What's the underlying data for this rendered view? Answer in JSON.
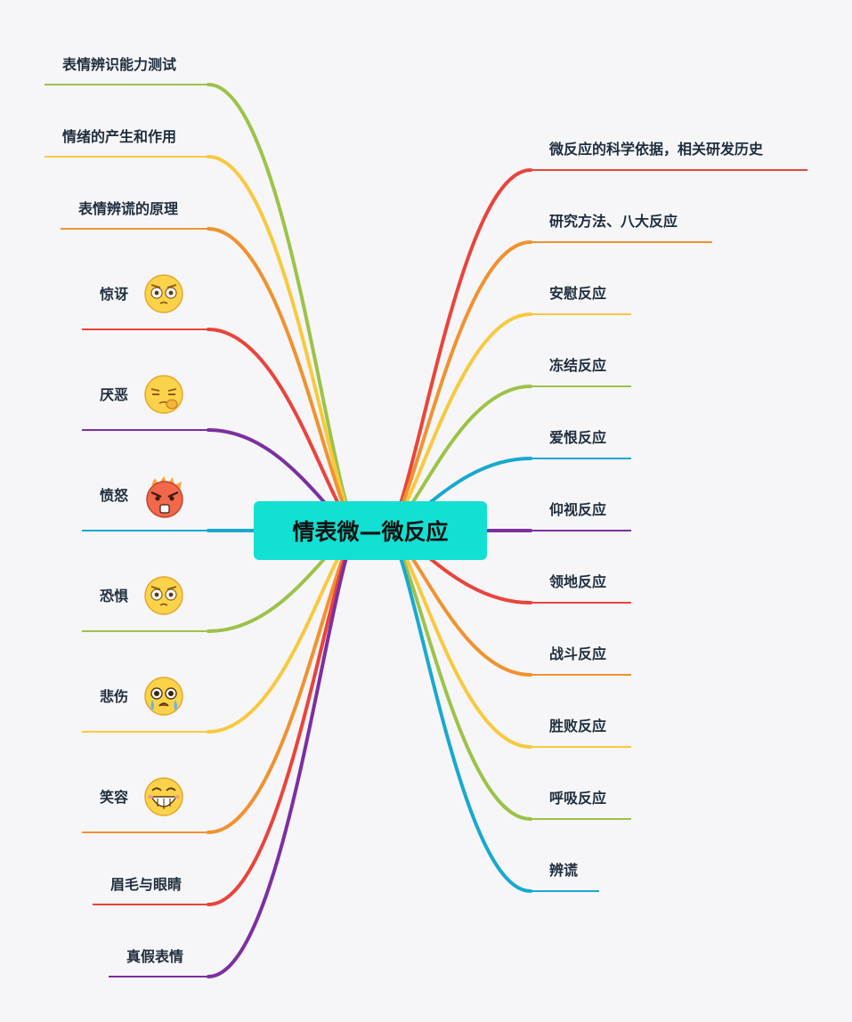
{
  "center": {
    "title": "情表微—微反应"
  },
  "left_topics": [
    {
      "label": "表情辨识能力测试",
      "color": "#9dc248"
    },
    {
      "label": "情绪的产生和作用",
      "color": "#f8c93f"
    },
    {
      "label": "表情辨谎的原理",
      "color": "#f0922f"
    },
    {
      "label": "惊讶",
      "color": "#e9443b",
      "emoji": "surprised-face-icon"
    },
    {
      "label": "厌恶",
      "color": "#7d2fa0",
      "emoji": "disgusted-face-icon"
    },
    {
      "label": "愤怒",
      "color": "#19a8cf",
      "emoji": "angry-face-icon"
    },
    {
      "label": "恐惧",
      "color": "#9dc248",
      "emoji": "fearful-face-icon"
    },
    {
      "label": "悲伤",
      "color": "#f8c93f",
      "emoji": "crying-face-icon"
    },
    {
      "label": "笑容",
      "color": "#f0922f",
      "emoji": "grinning-face-icon"
    },
    {
      "label": "眉毛与眼睛",
      "color": "#e9443b"
    },
    {
      "label": "真假表情",
      "color": "#7d2fa0"
    }
  ],
  "right_topics": [
    {
      "label": "微反应的科学依据，相关研发历史",
      "color": "#e9443b"
    },
    {
      "label": "研究方法、八大反应",
      "color": "#f0922f"
    },
    {
      "label": "安慰反应",
      "color": "#f8c93f"
    },
    {
      "label": "冻结反应",
      "color": "#9dc248"
    },
    {
      "label": "爱恨反应",
      "color": "#19a8cf"
    },
    {
      "label": "仰视反应",
      "color": "#7d2fa0"
    },
    {
      "label": "领地反应",
      "color": "#e9443b"
    },
    {
      "label": "战斗反应",
      "color": "#f0922f"
    },
    {
      "label": "胜败反应",
      "color": "#f8c93f"
    },
    {
      "label": "呼吸反应",
      "color": "#9dc248"
    },
    {
      "label": "辨谎",
      "color": "#19a8cf"
    }
  ]
}
